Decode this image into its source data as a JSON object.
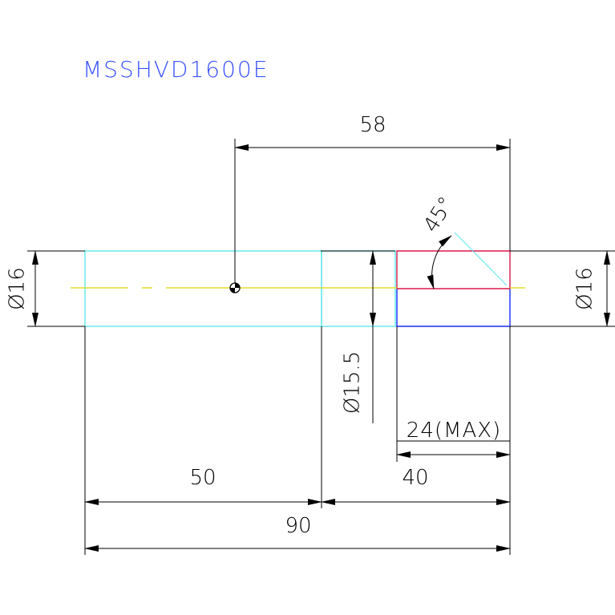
{
  "drawing": {
    "part_number": "MSSHVD1600E",
    "dimensions": {
      "top_length": "58",
      "left_diameter": "Ø16",
      "right_diameter": "Ø16",
      "mid_diameter": "Ø15.5",
      "angle": "45°",
      "max_length": "24(MAX)",
      "left_length": "50",
      "right_length": "40",
      "total_length": "90"
    },
    "colors": {
      "background": "#ffffff",
      "dimension_line": "#000000",
      "title_text": "#3a52ff",
      "dimension_text": "#000000",
      "shank_outline": "#5ee8ee",
      "head_outline_red": "#d8184b",
      "head_outline_blue": "#1a2bff",
      "centerline": "#e0d800"
    }
  }
}
